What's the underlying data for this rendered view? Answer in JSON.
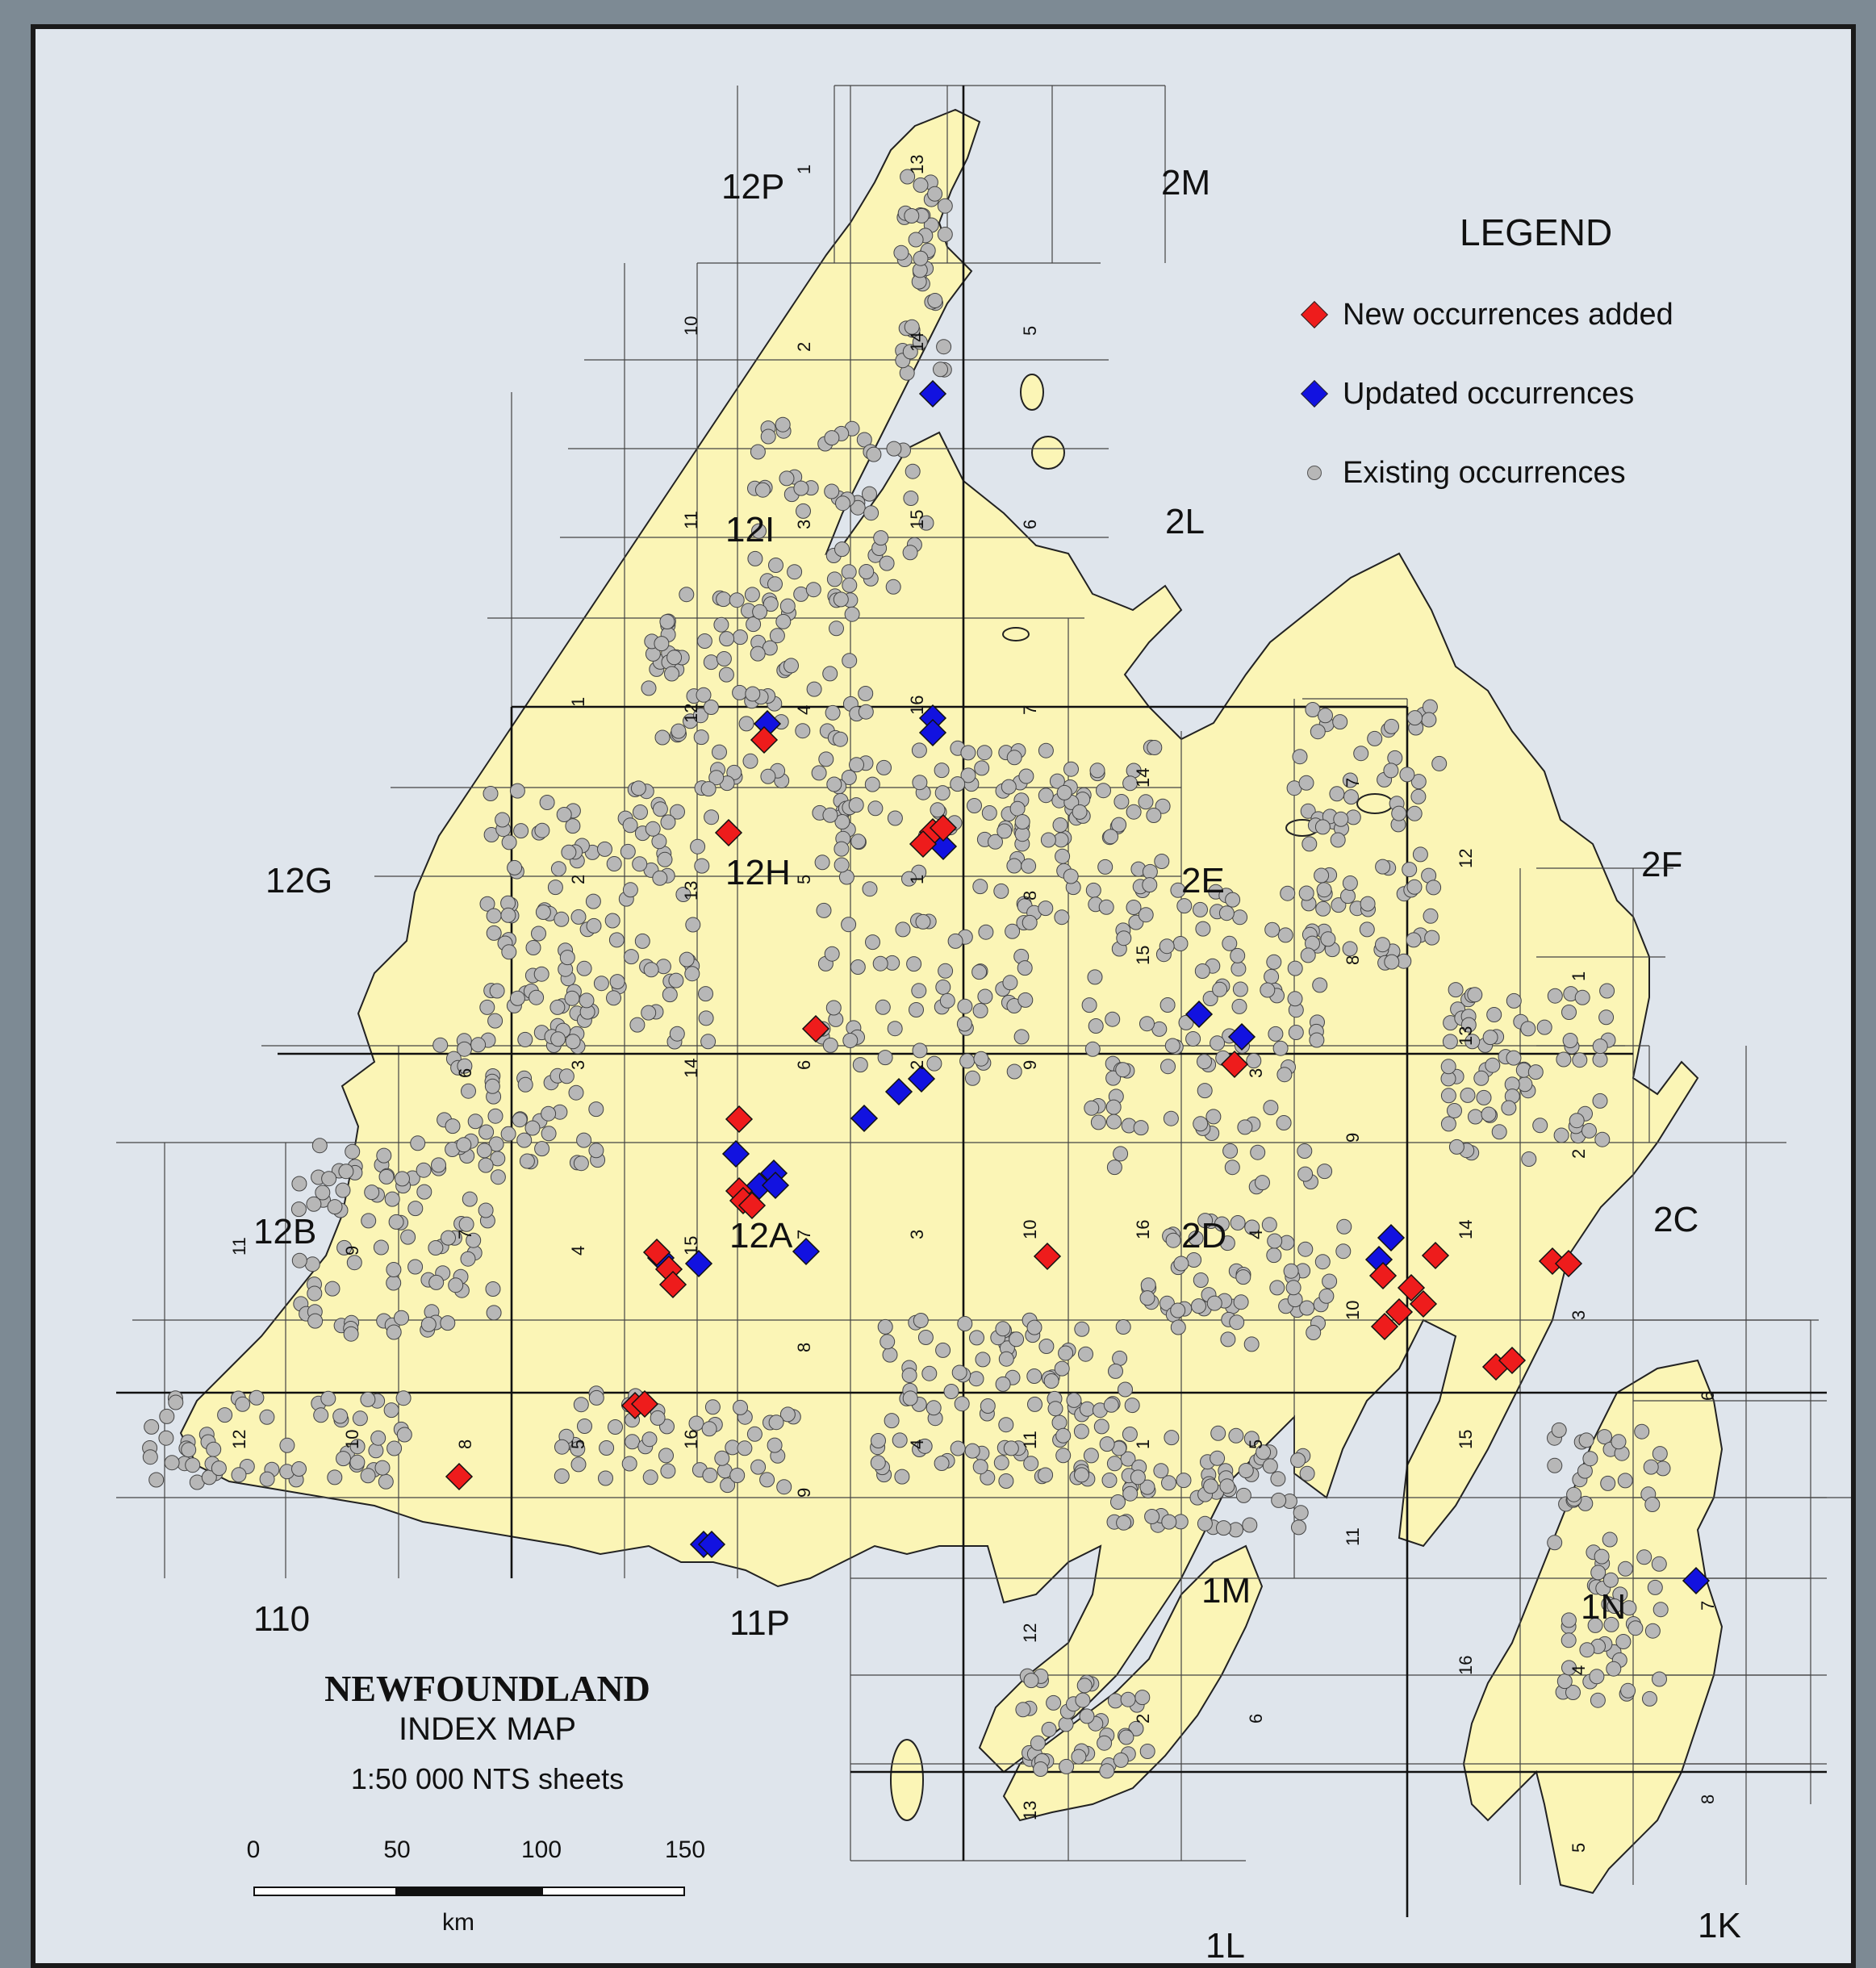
{
  "colors": {
    "land": "#fbf5b6",
    "new": "#ee1c1c",
    "updated": "#1212e0",
    "existing": "#b5b5b5",
    "background": "#dfe5ec"
  },
  "legend": {
    "title": "LEGEND",
    "items": [
      {
        "label": "New occurrences added",
        "symbol": "red-diamond"
      },
      {
        "label": "Updated occurrences",
        "symbol": "blue-diamond"
      },
      {
        "label": "Existing occurrences",
        "symbol": "grey-dot"
      }
    ]
  },
  "title_block": {
    "title": "NEWFOUNDLAND",
    "subtitle": "INDEX MAP",
    "scale_note": "1:50 000 NTS sheets"
  },
  "scale_bar": {
    "ticks": [
      "0",
      "50",
      "100",
      "150"
    ],
    "unit": "km"
  },
  "sheet_labels": [
    "12P",
    "2M",
    "12I",
    "2L",
    "12H",
    "12G",
    "2E",
    "2F",
    "12B",
    "12A",
    "2D",
    "2C",
    "110",
    "11P",
    "1M",
    "1N",
    "1L",
    "1K"
  ],
  "quad_numbers": [
    "1",
    "2",
    "3",
    "4",
    "5",
    "6",
    "7",
    "8",
    "9",
    "10",
    "11",
    "12",
    "13",
    "14",
    "15",
    "16"
  ]
}
